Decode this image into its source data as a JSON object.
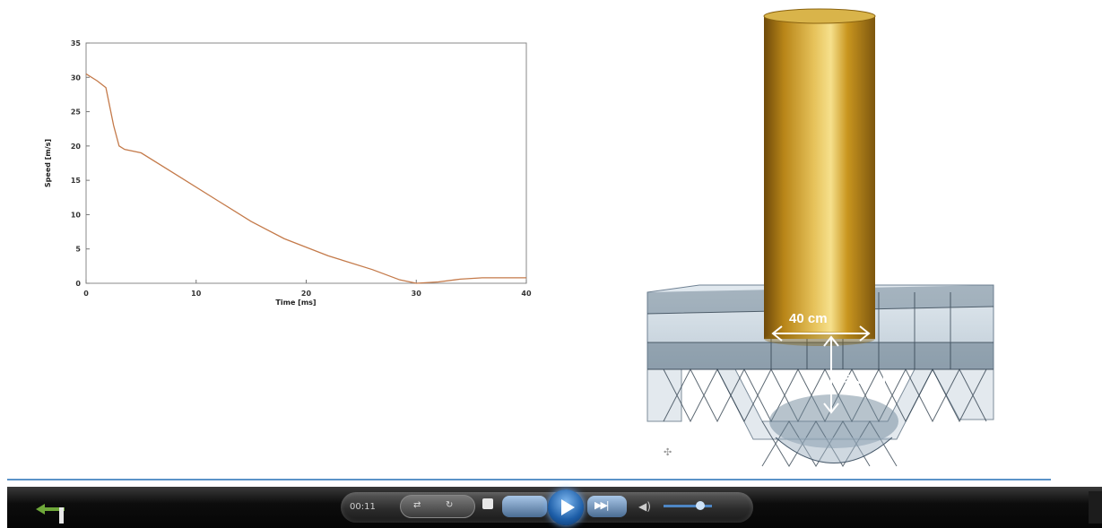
{
  "headline": "",
  "chart_data": {
    "type": "line",
    "title": "",
    "xlabel": "Time [ms]",
    "ylabel": "Speed [m/s]",
    "xlim": [
      0,
      40
    ],
    "ylim": [
      0,
      35
    ],
    "xticks": [
      "0",
      "10",
      "20",
      "30",
      "40"
    ],
    "yticks": [
      "0",
      "5",
      "10",
      "15",
      "20",
      "25",
      "30",
      "35"
    ],
    "grid": false,
    "series": [
      {
        "color": "#c47a4a",
        "x": [
          0,
          1,
          1.8,
          2.5,
          3,
          3.5,
          5,
          8,
          12,
          15,
          18,
          22,
          26,
          28.5,
          30,
          32,
          34,
          36,
          40
        ],
        "y": [
          30.5,
          29.5,
          28.5,
          23,
          20,
          19.5,
          19,
          16,
          12,
          9,
          6.5,
          4,
          2,
          0.5,
          0,
          0.2,
          0.6,
          0.8,
          0.8
        ]
      }
    ]
  },
  "illustration": {
    "width_label": "40 cm",
    "depth_label": "25-30 cm",
    "column_color": "#c8971e"
  },
  "player": {
    "time_label": "00:11",
    "play_icon": "play-icon",
    "stop_icon": "stop-icon",
    "volume_icon": "volume-icon",
    "accent": "#2f6fc0"
  }
}
